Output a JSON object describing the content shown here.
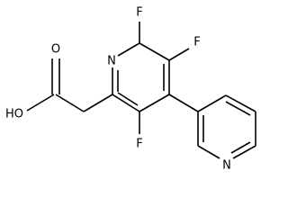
{
  "molecule": {
    "atoms": {
      "oh": "HO",
      "o": "O",
      "n_ring1": "N",
      "f_top_left": "F",
      "f_top_right": "F",
      "f_bottom": "F",
      "n_ring2": "N"
    }
  }
}
